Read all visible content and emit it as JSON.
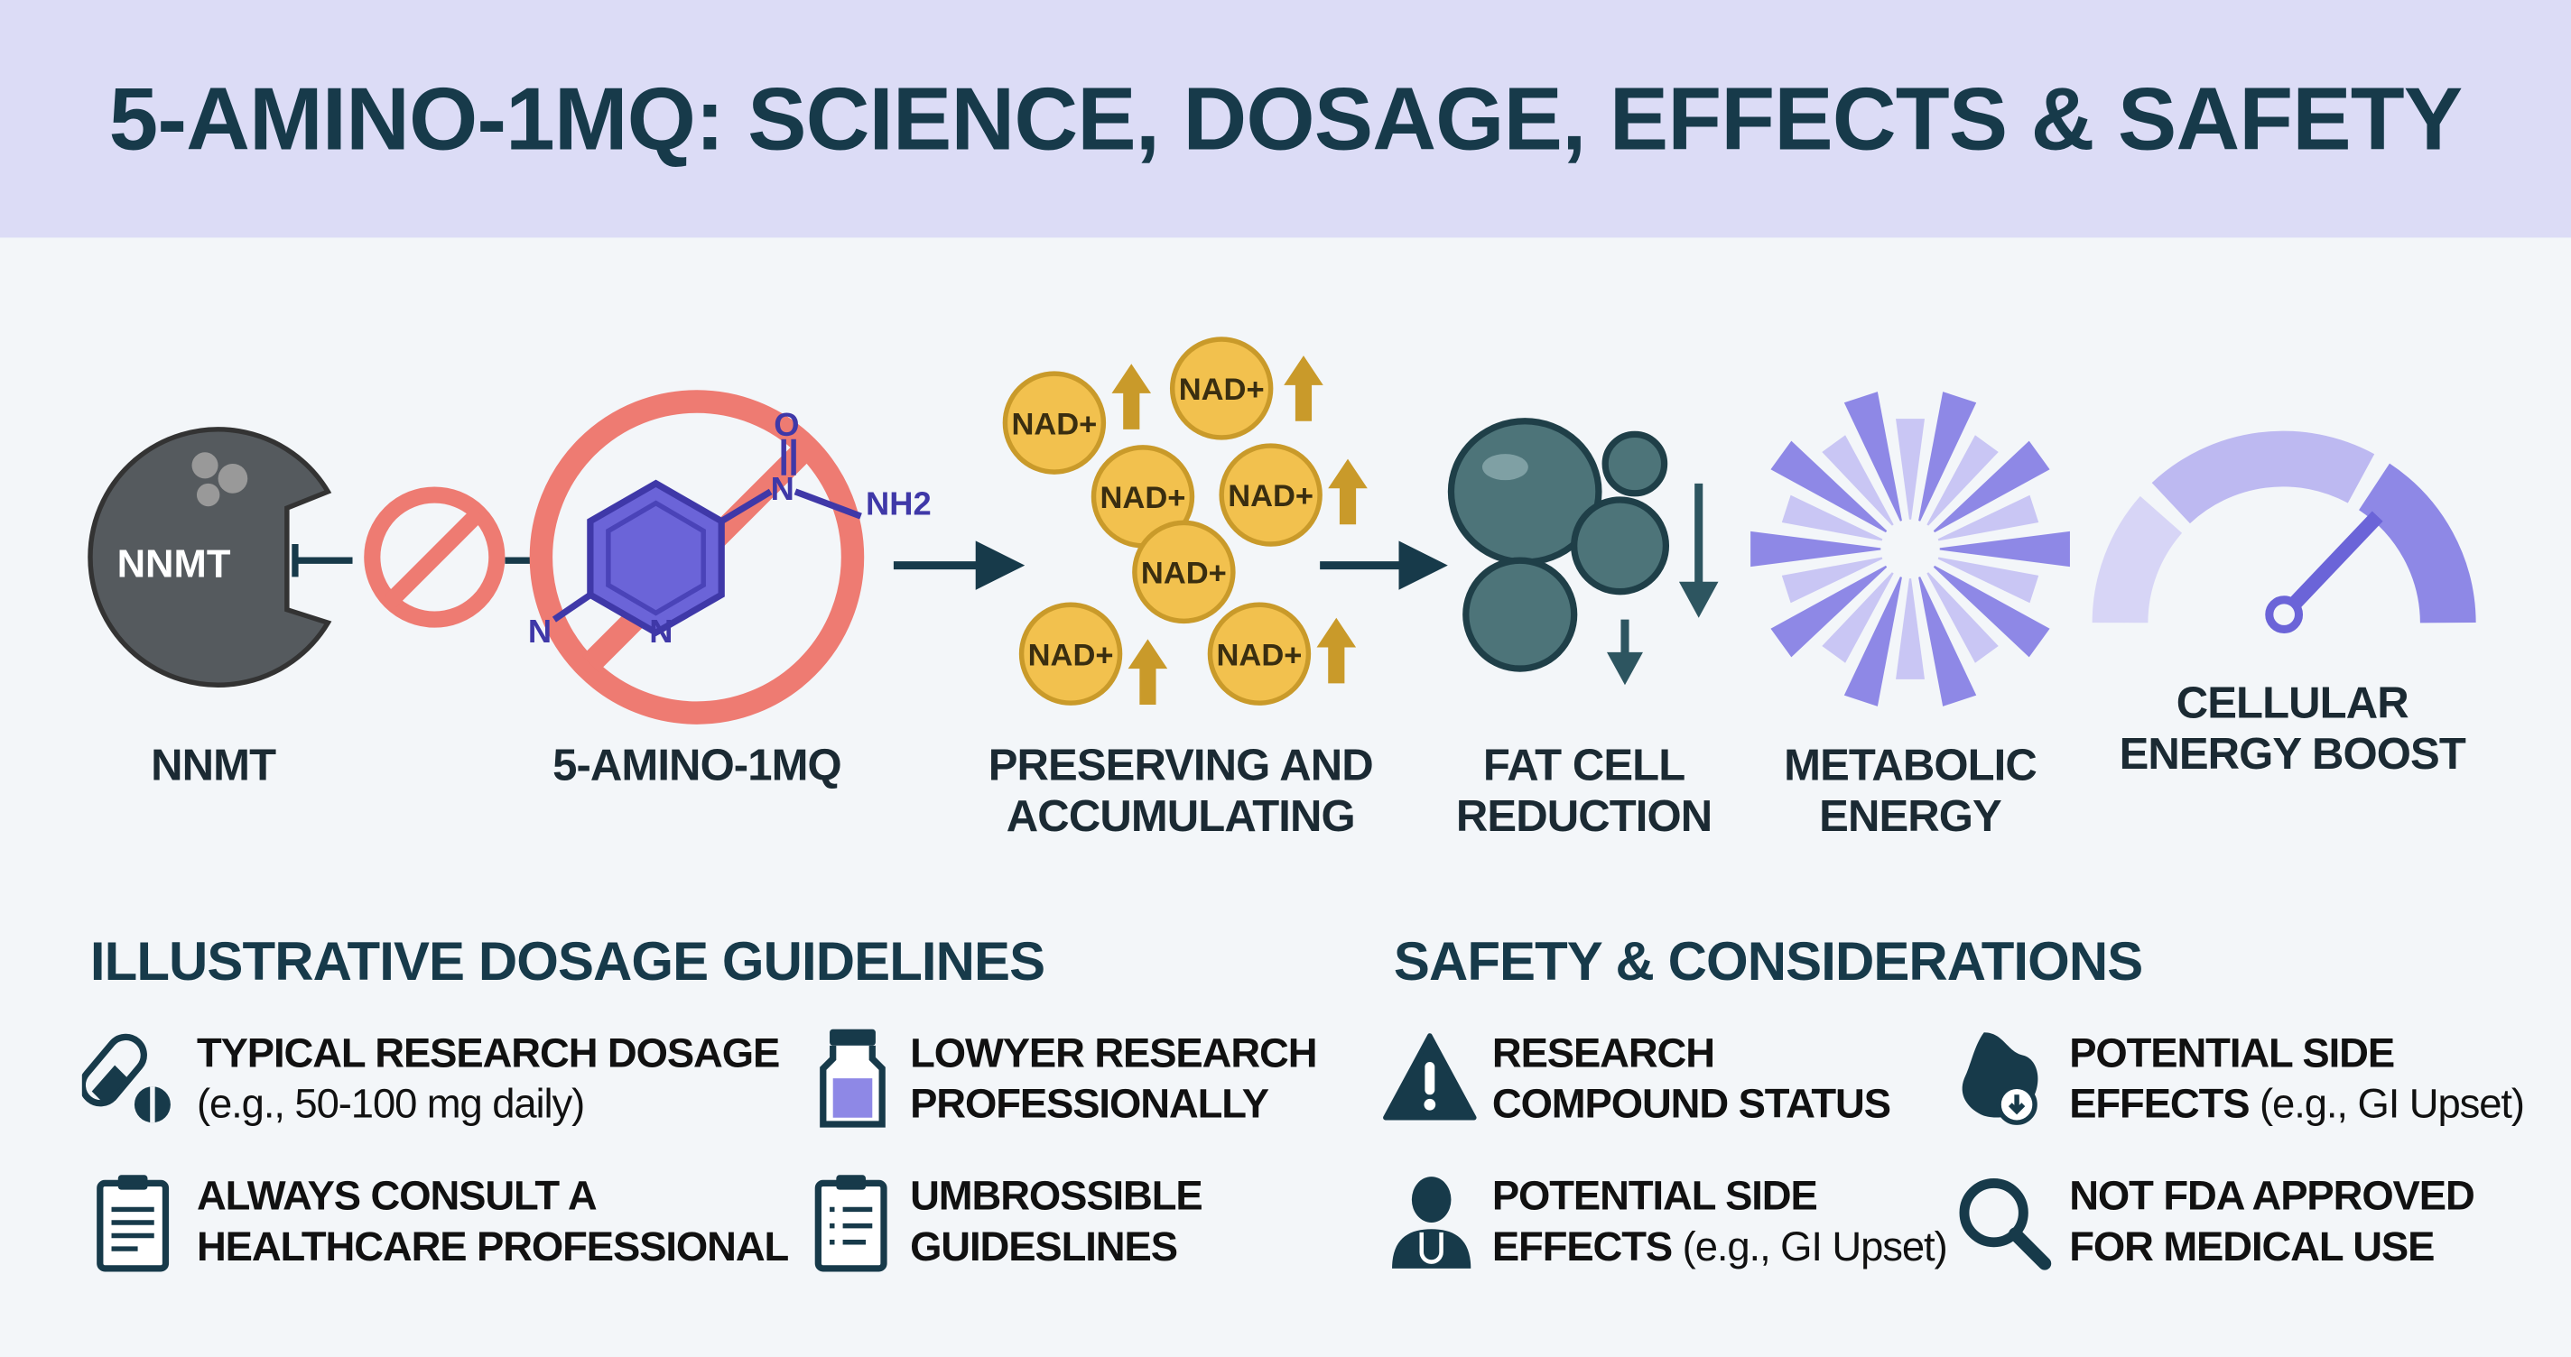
{
  "title": "5-AMINO-1MQ: SCIENCE, DOSAGE, EFFECTS & SAFETY",
  "colors": {
    "navy": "#173a4a",
    "header_band": "#dcdcf6",
    "red": "#ee7b72",
    "purple": "#6b64d8",
    "gold": "#f2c14e",
    "cell": "#4d7479"
  },
  "pathway": {
    "nnmt_icon_text": "NNMT",
    "nnmt_label": "NNMT",
    "molecule_atoms": {
      "n1": "N",
      "n2": "N",
      "n3": "N",
      "o": "O",
      "nh2": "NH2"
    },
    "molecule_label": "5-AMINO-1MQ",
    "nad_text": "NAD+",
    "nad_label_1": "PRESERVING AND",
    "nad_label_2": "ACCUMULATING",
    "fat_label_1": "FAT CELL",
    "fat_label_2": "REDUCTION",
    "metabolic_label_1": "METABOLIC",
    "metabolic_label_2": "ENERGY",
    "cellular_label_1": "CELLULAR",
    "cellular_label_2": "ENERGY BOOST"
  },
  "dosage": {
    "heading": "ILLUSTRATIVE DOSAGE GUIDELINES",
    "items": [
      {
        "icon": "pill-icon",
        "line1": "TYPICAL RESEARCH DOSAGE",
        "line2": "(e.g., 50-100 mg daily)"
      },
      {
        "icon": "vial-icon",
        "line1": "LOWYER RESEARCH",
        "line2": "PROFESSIONALLY"
      },
      {
        "icon": "clipboard-icon",
        "line1": "ALWAYS CONSULT A",
        "line2": "HEALTHCARE PROFESSIONAL"
      },
      {
        "icon": "checklist-icon",
        "line1": "UMBROSSIBLE",
        "line2": "GUIDESLINES"
      }
    ]
  },
  "safety": {
    "heading": "SAFETY & CONSIDERATIONS",
    "items": [
      {
        "icon": "warning-icon",
        "line1": "RESEARCH",
        "line2": "COMPOUND STATUS"
      },
      {
        "icon": "stomach-icon",
        "line1": "POTENTIAL SIDE",
        "line2a": "EFFECTS",
        "line2b": "(e.g., GI Upset)"
      },
      {
        "icon": "doctor-icon",
        "line1": "POTENTIAL SIDE",
        "line2a": "EFFECTS",
        "line2b": "(e.g., GI Upset)"
      },
      {
        "icon": "magnifier-icon",
        "line1": "NOT FDA APPROVED",
        "line2": "FOR MEDICAL USE"
      }
    ]
  }
}
